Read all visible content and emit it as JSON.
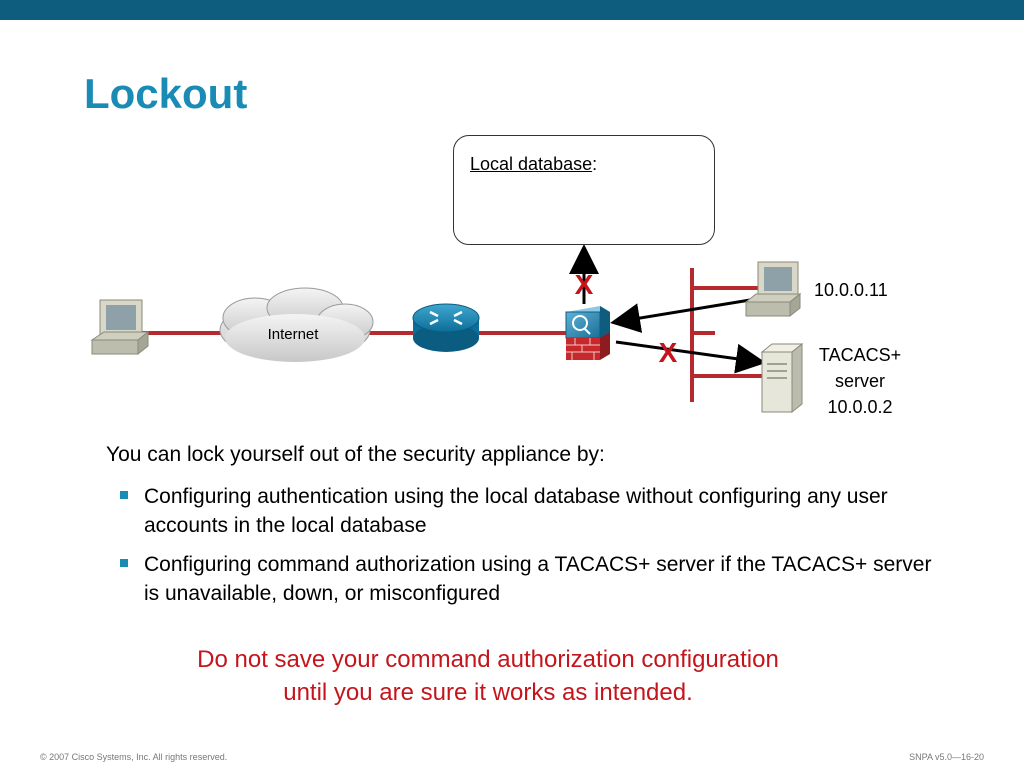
{
  "slide": {
    "title": "Lockout"
  },
  "diagram": {
    "db_box": {
      "label": "Local database",
      "label_suffix": ":"
    },
    "cloud_label": "Internet",
    "pc_ip": "10.0.0.11",
    "server_lines": [
      "TACACS+",
      "server",
      "10.0.0.2"
    ],
    "block_mark": "X",
    "colors": {
      "link": "#b52a2f",
      "block": "#c4151c",
      "router": "#1a8bb5",
      "arrow": "#000000"
    },
    "icons": [
      "pc-icon",
      "cloud-icon",
      "router-icon",
      "firewall-icon",
      "pc-icon",
      "server-icon"
    ]
  },
  "content": {
    "intro": "You can lock yourself out of the security appliance by:",
    "bullets": [
      "Configuring authentication using the local database without configuring any user accounts in the local database",
      "Configuring command authorization using a TACACS+ server if the TACACS+ server is unavailable, down, or misconfigured"
    ],
    "warning_lines": [
      "Do not save your command authorization configuration",
      "until you are sure it works as intended."
    ]
  },
  "footer": {
    "copyright": "© 2007 Cisco Systems, Inc. All rights reserved.",
    "slide_id": "SNPA v5.0—16-20"
  }
}
